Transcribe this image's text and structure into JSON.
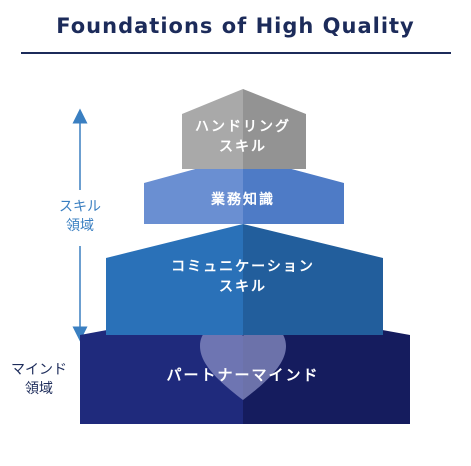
{
  "title": "Foundations of High Quality",
  "colors": {
    "title": "#1c2b5a",
    "skill_label": "#3a7fc1",
    "mind_label": "#1c2b5a",
    "arrow": "#3a7fc1",
    "tier_handling": "#a9a9a9",
    "tier_business": "#6a8fd2",
    "tier_communication": "#2a71b8",
    "tier_partner": "#1f2a7c",
    "heart": "#8a8fc4"
  },
  "side_labels": {
    "skill_area": "スキル\n領域",
    "mind_area": "マインド\n領域"
  },
  "tiers": [
    {
      "id": "handling",
      "label": "ハンドリング\nスキル"
    },
    {
      "id": "business",
      "label": "業務知識"
    },
    {
      "id": "communication",
      "label": "コミュニケーション\nスキル"
    },
    {
      "id": "partner",
      "label": "パートナーマインド",
      "icon": "heart-icon"
    }
  ]
}
